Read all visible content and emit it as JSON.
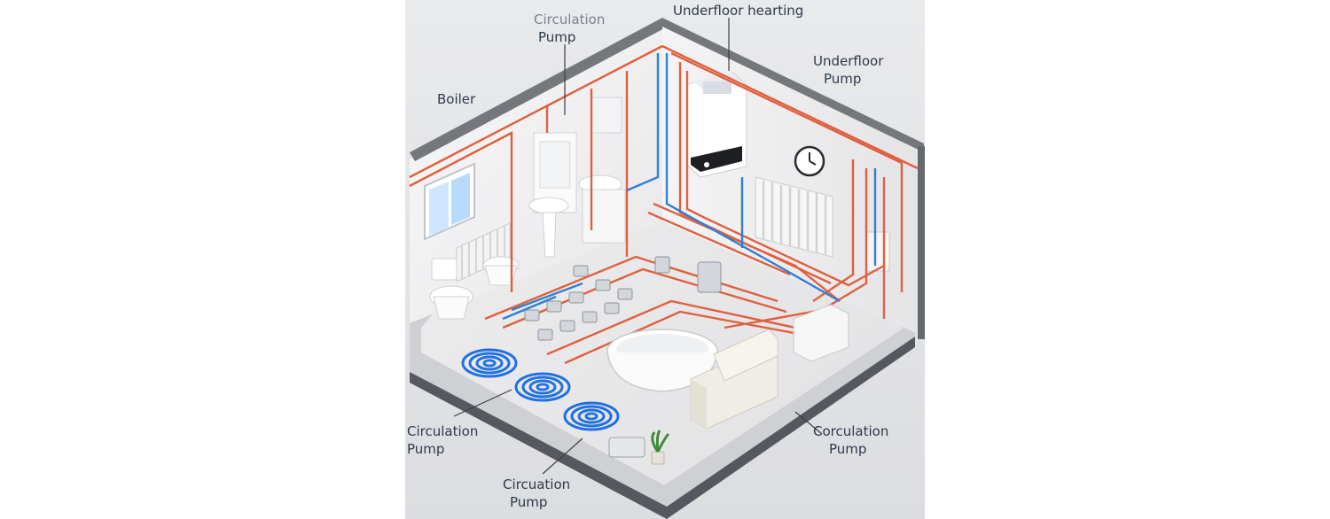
{
  "diagram": {
    "labels": {
      "circulation_pump_top": {
        "line1": "Circulation",
        "line2": "Pump"
      },
      "underfloor_heating": {
        "text": "Underfloor hearting"
      },
      "underfloor_pump": {
        "line1": "Underfloor",
        "line2": "Pump"
      },
      "boiler": {
        "text": "Boiler"
      },
      "circulation_pump_left": {
        "line1": "Circulation",
        "line2": "Pump"
      },
      "circulation_pump_bottom": {
        "line1": "Circuation",
        "line2": "Pump"
      },
      "circulation_pump_right": {
        "line1": "Corculation",
        "line2": "Pump"
      }
    },
    "colors": {
      "hot_pipe": "#e0603e",
      "cold_pipe": "#2f7fd6",
      "floor": "#e9e9ea",
      "wall": "#f2f2f3",
      "wall_top": "#7b7d82",
      "coil": "#1f6fe0"
    }
  }
}
